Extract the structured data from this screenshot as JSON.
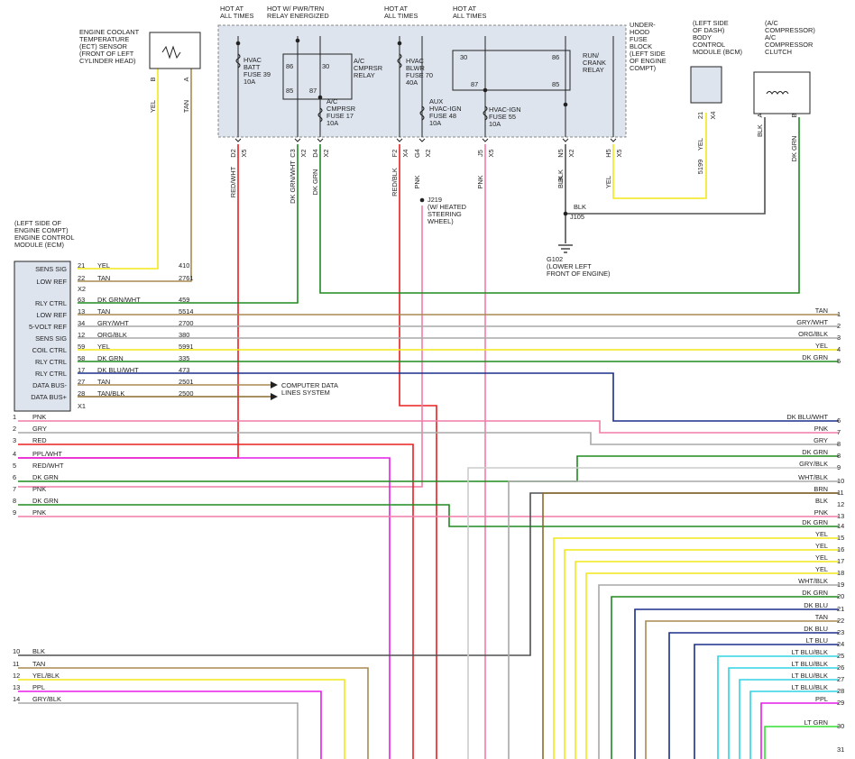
{
  "hot_labels": [
    {
      "id": "hot1",
      "lines": [
        "HOT AT",
        "ALL TIMES"
      ]
    },
    {
      "id": "hot2",
      "lines": [
        "HOT W/ PWR/TRN",
        "RELAY ENERGIZED"
      ]
    },
    {
      "id": "hot3",
      "lines": [
        "HOT AT",
        "ALL TIMES"
      ]
    },
    {
      "id": "hot4",
      "lines": [
        "HOT AT",
        "ALL TIMES"
      ]
    }
  ],
  "components": {
    "ect": [
      "ENGINE COOLANT",
      "TEMPERATURE",
      "(ECT) SENSOR",
      "(FRONT OF LEFT",
      "CYLINDER HEAD)"
    ],
    "fuse_block": [
      "UNDER-",
      "HOOD",
      "FUSE",
      "BLOCK",
      "(LEFT SIDE",
      "OF ENGINE",
      "COMPT)"
    ],
    "bcm": [
      "(LEFT SIDE",
      "OF DASH)",
      "BODY",
      "CONTROL",
      "MODULE (BCM)"
    ],
    "ac_clutch": [
      "(A/C",
      "COMPRESSOR)",
      "A/C",
      "COMPRESSOR",
      "CLUTCH"
    ],
    "ecm": [
      "(LEFT SIDE OF",
      "ENGINE COMPT)",
      "ENGINE CONTROL",
      "MODULE (ECM)"
    ],
    "j219": [
      "J219",
      "(W/ HEATED",
      "STEERING",
      "WHEEL)"
    ],
    "j105": "J105",
    "g102": [
      "G102",
      "(LOWER LEFT",
      "FRONT OF ENGINE)"
    ],
    "computer_data": [
      "COMPUTER DATA",
      "LINES SYSTEM"
    ]
  },
  "fuse_labels": {
    "f39": [
      "HVAC",
      "BATT",
      "FUSE 39",
      "10A"
    ],
    "acr": [
      "A/C",
      "CMPRSR",
      "RELAY"
    ],
    "f17": [
      "A/C",
      "CMPRSR",
      "FUSE 17",
      "10A"
    ],
    "f70": [
      "HVAC",
      "BLWR",
      "FUSE 70",
      "40A"
    ],
    "f48": [
      "AUX",
      "HVAC-IGN",
      "FUSE 48",
      "10A"
    ],
    "f55": [
      "HVAC-IGN",
      "FUSE 55",
      "10A"
    ],
    "rcr": [
      "RUN/",
      "CRANK",
      "RELAY"
    ]
  },
  "relay_pins": {
    "acr_86": "86",
    "acr_85": "85",
    "acr_87": "87",
    "acr_30": "30",
    "rcr_30": "30",
    "rcr_87": "87",
    "rcr_86": "86",
    "rcr_85": "85"
  },
  "fuse_connectors": [
    {
      "id": "d2",
      "pin": "D2",
      "conn": "X5",
      "color": "RED/WHT"
    },
    {
      "id": "c3",
      "pin": "C3",
      "conn": "X2",
      "color": "DK GRN/WHT"
    },
    {
      "id": "d4",
      "pin": "D4",
      "conn": "X2",
      "color": "DK GRN"
    },
    {
      "id": "f2",
      "pin": "F2",
      "conn": "X4",
      "color": "RED/BLK"
    },
    {
      "id": "g4",
      "pin": "G4",
      "conn": "X2",
      "color": "PNK"
    },
    {
      "id": "j5",
      "pin": "J5",
      "conn": "X5",
      "color": "PNK"
    },
    {
      "id": "n5",
      "pin": "N5",
      "conn": "X2",
      "color": "BLK"
    },
    {
      "id": "h5",
      "pin": "H5",
      "conn": "X5",
      "color": "YEL"
    }
  ],
  "ect_pins": {
    "b": "B",
    "a": "A",
    "b_color": "YEL",
    "a_color": "TAN"
  },
  "bcm_pins": {
    "pin": "21",
    "conn": "X4",
    "color": "YEL",
    "circuit": "5199"
  },
  "clutch_pins": {
    "a": "A",
    "b": "B",
    "a_color": "BLK",
    "b_color": "DK GRN"
  },
  "j105_color": "BLK",
  "ecm_rows": [
    {
      "label": "SENS SIG",
      "pin": "21",
      "color": "YEL",
      "circuit": "410"
    },
    {
      "label": "LOW REF",
      "pin": "22",
      "color": "TAN",
      "circuit": "2761"
    },
    {
      "label": "",
      "pin": "X2",
      "color": "",
      "circuit": ""
    },
    {
      "label": "RLY CTRL",
      "pin": "63",
      "color": "DK GRN/WHT",
      "circuit": "459"
    },
    {
      "label": "LOW REF",
      "pin": "13",
      "color": "TAN",
      "circuit": "5514"
    },
    {
      "label": "5-VOLT REF",
      "pin": "34",
      "color": "GRY/WHT",
      "circuit": "2700"
    },
    {
      "label": "SENS SIG",
      "pin": "12",
      "color": "ORG/BLK",
      "circuit": "380"
    },
    {
      "label": "COIL CTRL",
      "pin": "59",
      "color": "YEL",
      "circuit": "5991"
    },
    {
      "label": "RLY CTRL",
      "pin": "58",
      "color": "DK GRN",
      "circuit": "335"
    },
    {
      "label": "RLY CTRL",
      "pin": "17",
      "color": "DK BLU/WHT",
      "circuit": "473"
    },
    {
      "label": "DATA BUS-",
      "pin": "27",
      "color": "TAN",
      "circuit": "2501"
    },
    {
      "label": "DATA BUS+",
      "pin": "28",
      "color": "TAN/BLK",
      "circuit": "2500"
    },
    {
      "label": "",
      "pin": "X1",
      "color": "",
      "circuit": ""
    }
  ],
  "left_wires": [
    {
      "n": "1",
      "label": "PNK"
    },
    {
      "n": "2",
      "label": "GRY"
    },
    {
      "n": "3",
      "label": "RED"
    },
    {
      "n": "4",
      "label": "PPL/WHT"
    },
    {
      "n": "5",
      "label": "RED/WHT"
    },
    {
      "n": "6",
      "label": "DK GRN"
    },
    {
      "n": "7",
      "label": "PNK"
    },
    {
      "n": "8",
      "label": "DK GRN"
    },
    {
      "n": "9",
      "label": "PNK"
    },
    {
      "n": "10",
      "label": "BLK"
    },
    {
      "n": "11",
      "label": "TAN"
    },
    {
      "n": "12",
      "label": "YEL/BLK"
    },
    {
      "n": "13",
      "label": "PPL"
    },
    {
      "n": "14",
      "label": "GRY/BLK"
    }
  ],
  "right_wires": [
    {
      "n": "1",
      "label": "TAN"
    },
    {
      "n": "2",
      "label": "GRY/WHT"
    },
    {
      "n": "3",
      "label": "ORG/BLK"
    },
    {
      "n": "4",
      "label": "YEL"
    },
    {
      "n": "5",
      "label": "DK GRN"
    },
    {
      "n": "6",
      "label": "DK BLU/WHT"
    },
    {
      "n": "7",
      "label": "PNK"
    },
    {
      "n": "8",
      "label": "GRY"
    },
    {
      "n": "8",
      "label": "DK GRN"
    },
    {
      "n": "9",
      "label": "GRY/BLK"
    },
    {
      "n": "10",
      "label": "WHT/BLK"
    },
    {
      "n": "11",
      "label": "BRN"
    },
    {
      "n": "12",
      "label": "BLK"
    },
    {
      "n": "13",
      "label": "PNK"
    },
    {
      "n": "14",
      "label": "DK GRN"
    },
    {
      "n": "15",
      "label": "YEL"
    },
    {
      "n": "16",
      "label": "YEL"
    },
    {
      "n": "17",
      "label": "YEL"
    },
    {
      "n": "18",
      "label": "YEL"
    },
    {
      "n": "19",
      "label": "WHT/BLK"
    },
    {
      "n": "20",
      "label": "DK GRN"
    },
    {
      "n": "21",
      "label": "DK BLU"
    },
    {
      "n": "22",
      "label": "TAN"
    },
    {
      "n": "23",
      "label": "DK BLU"
    },
    {
      "n": "24",
      "label": "LT BLU"
    },
    {
      "n": "25",
      "label": "LT BLU/BLK"
    },
    {
      "n": "26",
      "label": "LT BLU/BLK"
    },
    {
      "n": "27",
      "label": "LT BLU/BLK"
    },
    {
      "n": "28",
      "label": "LT BLU/BLK"
    },
    {
      "n": "29",
      "label": "PPL"
    },
    {
      "n": "30",
      "label": "LT GRN"
    },
    {
      "n": "31",
      "label": ""
    }
  ],
  "colors": {
    "RED": "#e8201e",
    "PNK": "#f07ca8",
    "YEL": "#f2e81a",
    "TAN": "#a88a52",
    "DK GRN": "#1f8a1f",
    "GRY": "#a8a8a8",
    "BLK": "#505050",
    "DK BLU": "#1c2e8c",
    "LT BLU": "#30d4e4",
    "PPL": "#e81ce8",
    "BRN": "#8a6a2a",
    "LT GRN": "#34e034",
    "WHT": "#cccccc",
    "ORG": "#e89020",
    "box_fill": "#dde4ee"
  }
}
